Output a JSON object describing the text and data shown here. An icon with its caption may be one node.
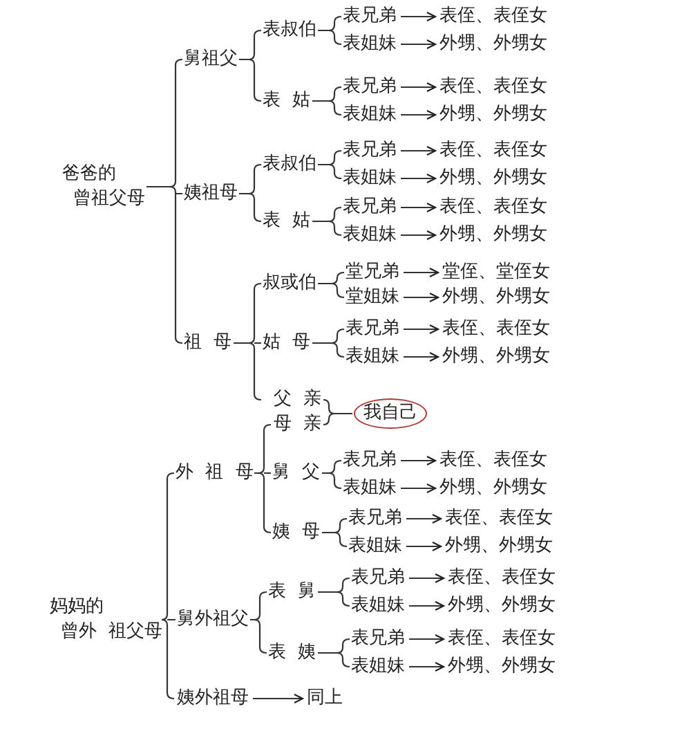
{
  "diagram": {
    "nodes": [
      {
        "text": [
          "爸爸的",
          "曾祖父母"
        ]
      },
      {
        "text": [
          "舅祖父"
        ]
      },
      {
        "text": [
          "表叔伯"
        ]
      },
      {
        "text": [
          "表兄弟"
        ]
      },
      {
        "text": [
          "表侄、表侄女"
        ]
      },
      {
        "text": [
          "表姐妹"
        ]
      },
      {
        "text": [
          "外甥、外甥女"
        ]
      },
      {
        "text": [
          "表 姑"
        ]
      },
      {
        "text": [
          "表兄弟"
        ]
      },
      {
        "text": [
          "表侄、表侄女"
        ]
      },
      {
        "text": [
          "表姐妹"
        ]
      },
      {
        "text": [
          "外甥、外甥女"
        ]
      },
      {
        "text": [
          "姨祖母"
        ]
      },
      {
        "text": [
          "表叔伯"
        ]
      },
      {
        "text": [
          "表兄弟"
        ]
      },
      {
        "text": [
          "表侄、表侄女"
        ]
      },
      {
        "text": [
          "表姐妹"
        ]
      },
      {
        "text": [
          "外甥、外甥女"
        ]
      },
      {
        "text": [
          "表 姑"
        ]
      },
      {
        "text": [
          "表兄弟"
        ]
      },
      {
        "text": [
          "表侄、表侄女"
        ]
      },
      {
        "text": [
          "表姐妹"
        ]
      },
      {
        "text": [
          "外甥、外甥女"
        ]
      },
      {
        "text": [
          "祖 母"
        ]
      },
      {
        "text": [
          "叔或伯"
        ]
      },
      {
        "text": [
          "堂兄弟"
        ]
      },
      {
        "text": [
          "堂侄、堂侄女"
        ]
      },
      {
        "text": [
          "堂姐妹"
        ]
      },
      {
        "text": [
          "外甥、外甥女"
        ]
      },
      {
        "text": [
          "姑 母"
        ]
      },
      {
        "text": [
          "表兄弟"
        ]
      },
      {
        "text": [
          "表侄、表侄女"
        ]
      },
      {
        "text": [
          "表姐妹"
        ]
      },
      {
        "text": [
          "外甥、外甥女"
        ]
      },
      {
        "text": [
          "父 亲"
        ]
      },
      {
        "text": [
          "母 亲"
        ]
      },
      {
        "text": [
          "我自己"
        ]
      },
      {
        "text": [
          "妈妈的",
          "曾外 祖父母"
        ]
      },
      {
        "text": [
          "外 祖 母"
        ]
      },
      {
        "text": [
          "舅 父"
        ]
      },
      {
        "text": [
          "表兄弟"
        ]
      },
      {
        "text": [
          "表侄、表侄女"
        ]
      },
      {
        "text": [
          "表姐妹"
        ]
      },
      {
        "text": [
          "外甥、外甥女"
        ]
      },
      {
        "text": [
          "姨 母"
        ]
      },
      {
        "text": [
          "表兄弟"
        ]
      },
      {
        "text": [
          "表侄、表侄女"
        ]
      },
      {
        "text": [
          "表姐妹"
        ]
      },
      {
        "text": [
          "外甥、外甥女"
        ]
      },
      {
        "text": [
          "舅外祖父"
        ]
      },
      {
        "text": [
          "表 舅"
        ]
      },
      {
        "text": [
          "表兄弟"
        ]
      },
      {
        "text": [
          "表侄、表侄女"
        ]
      },
      {
        "text": [
          "表姐妹"
        ]
      },
      {
        "text": [
          "外甥、外甥女"
        ]
      },
      {
        "text": [
          "表 姨"
        ]
      },
      {
        "text": [
          "表兄弟"
        ]
      },
      {
        "text": [
          "表侄、表侄女"
        ]
      },
      {
        "text": [
          "表姐妹"
        ]
      },
      {
        "text": [
          "外甥、外甥女"
        ]
      },
      {
        "text": [
          "姨外祖母"
        ]
      },
      {
        "text": [
          "同上"
        ]
      }
    ],
    "edges": [
      {
        "from": 0,
        "to": 1,
        "arrow": "none"
      },
      {
        "from": 0,
        "to": 12,
        "arrow": "none"
      },
      {
        "from": 0,
        "to": 23,
        "arrow": "none"
      },
      {
        "from": 1,
        "to": 2,
        "arrow": "none"
      },
      {
        "from": 1,
        "to": 7,
        "arrow": "none"
      },
      {
        "from": 2,
        "to": 3,
        "arrow": "none"
      },
      {
        "from": 2,
        "to": 5,
        "arrow": "none"
      },
      {
        "from": 7,
        "to": 8,
        "arrow": "none"
      },
      {
        "from": 7,
        "to": 10,
        "arrow": "none"
      },
      {
        "from": 12,
        "to": 13,
        "arrow": "none"
      },
      {
        "from": 12,
        "to": 18,
        "arrow": "none"
      },
      {
        "from": 13,
        "to": 14,
        "arrow": "none"
      },
      {
        "from": 13,
        "to": 16,
        "arrow": "none"
      },
      {
        "from": 18,
        "to": 19,
        "arrow": "none"
      },
      {
        "from": 18,
        "to": 21,
        "arrow": "none"
      },
      {
        "from": 23,
        "to": 24,
        "arrow": "none"
      },
      {
        "from": 23,
        "to": 29,
        "arrow": "none"
      },
      {
        "from": 23,
        "to": 34,
        "arrow": "none"
      },
      {
        "from": 24,
        "to": 25,
        "arrow": "none"
      },
      {
        "from": 24,
        "to": 27,
        "arrow": "none"
      },
      {
        "from": 29,
        "to": 30,
        "arrow": "none"
      },
      {
        "from": 29,
        "to": 32,
        "arrow": "none"
      },
      {
        "from": 34,
        "to": 36,
        "arrow": "none"
      },
      {
        "from": 35,
        "to": 36,
        "arrow": "none"
      },
      {
        "from": 37,
        "to": 38,
        "arrow": "none"
      },
      {
        "from": 37,
        "to": 49,
        "arrow": "none"
      },
      {
        "from": 37,
        "to": 60,
        "arrow": "none"
      },
      {
        "from": 38,
        "to": 35,
        "arrow": "none"
      },
      {
        "from": 38,
        "to": 39,
        "arrow": "none"
      },
      {
        "from": 38,
        "to": 44,
        "arrow": "none"
      },
      {
        "from": 39,
        "to": 40,
        "arrow": "none"
      },
      {
        "from": 39,
        "to": 42,
        "arrow": "none"
      },
      {
        "from": 44,
        "to": 45,
        "arrow": "none"
      },
      {
        "from": 44,
        "to": 47,
        "arrow": "none"
      },
      {
        "from": 49,
        "to": 50,
        "arrow": "none"
      },
      {
        "from": 49,
        "to": 55,
        "arrow": "none"
      },
      {
        "from": 50,
        "to": 51,
        "arrow": "none"
      },
      {
        "from": 50,
        "to": 53,
        "arrow": "none"
      },
      {
        "from": 55,
        "to": 56,
        "arrow": "none"
      },
      {
        "from": 55,
        "to": 58,
        "arrow": "none"
      },
      {
        "from": 3,
        "to": 4,
        "arrow": "to"
      },
      {
        "from": 5,
        "to": 6,
        "arrow": "to"
      },
      {
        "from": 8,
        "to": 9,
        "arrow": "to"
      },
      {
        "from": 10,
        "to": 11,
        "arrow": "to"
      },
      {
        "from": 14,
        "to": 15,
        "arrow": "to"
      },
      {
        "from": 16,
        "to": 17,
        "arrow": "to"
      },
      {
        "from": 19,
        "to": 20,
        "arrow": "to"
      },
      {
        "from": 21,
        "to": 22,
        "arrow": "to"
      },
      {
        "from": 25,
        "to": 26,
        "arrow": "to"
      },
      {
        "from": 27,
        "to": 28,
        "arrow": "to"
      },
      {
        "from": 30,
        "to": 31,
        "arrow": "to"
      },
      {
        "from": 32,
        "to": 33,
        "arrow": "to"
      },
      {
        "from": 40,
        "to": 41,
        "arrow": "to"
      },
      {
        "from": 42,
        "to": 43,
        "arrow": "to"
      },
      {
        "from": 45,
        "to": 46,
        "arrow": "to"
      },
      {
        "from": 47,
        "to": 48,
        "arrow": "to"
      },
      {
        "from": 51,
        "to": 52,
        "arrow": "to"
      },
      {
        "from": 53,
        "to": 54,
        "arrow": "to"
      },
      {
        "from": 56,
        "to": 57,
        "arrow": "to"
      },
      {
        "from": 58,
        "to": 59,
        "arrow": "to"
      },
      {
        "from": 60,
        "to": 61,
        "arrow": "to"
      }
    ]
  }
}
